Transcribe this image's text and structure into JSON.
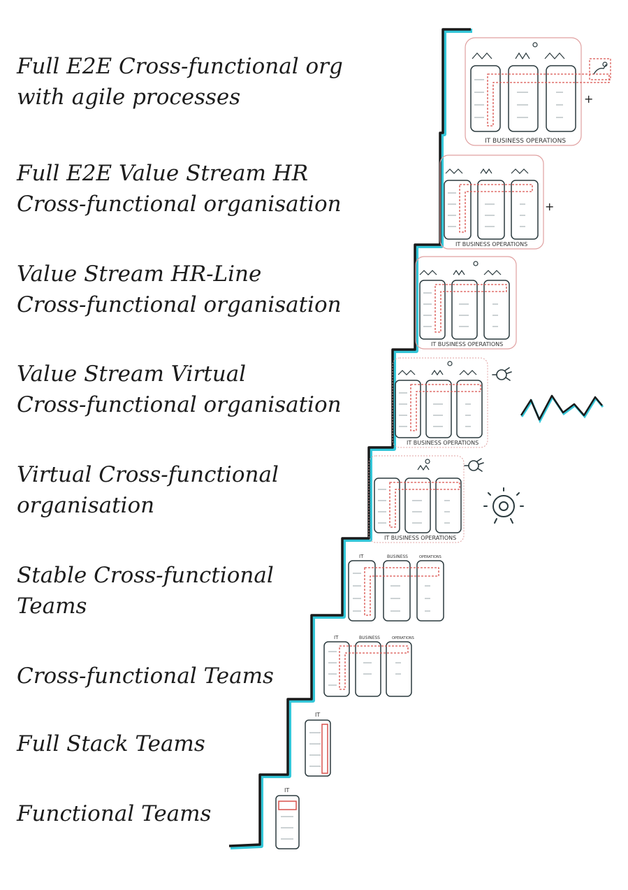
{
  "steps": [
    {
      "line1": "Full E2E Cross-functional org",
      "line2": "with agile processes",
      "caption": "IT BUSINESS OPERATIONS"
    },
    {
      "line1": "Full E2E Value Stream HR",
      "line2": "Cross-functional organisation",
      "caption": "IT BUSINESS OPERATIONS"
    },
    {
      "line1": "Value Stream HR-Line",
      "line2": "Cross-functional organisation",
      "caption": "IT BUSINESS OPERATIONS"
    },
    {
      "line1": "Value Stream Virtual",
      "line2": "Cross-functional organisation",
      "caption": "IT BUSINESS OPERATIONS"
    },
    {
      "line1": "Virtual Cross-functional",
      "line2": "organisation",
      "caption": "IT BUSINESS OPERATIONS"
    },
    {
      "line1": "Stable Cross-functional",
      "line2": "Teams",
      "col_labels": [
        "IT",
        "BUSINESS",
        "OPERATIONS"
      ]
    },
    {
      "line1": "Cross-functional  Teams",
      "col_labels": [
        "IT",
        "BUSINESS",
        "OPERATIONS"
      ]
    },
    {
      "line1": "Full Stack Teams",
      "col_label": "IT"
    },
    {
      "line1": "Functional Teams",
      "col_label": "IT"
    }
  ],
  "plus_sign": "+",
  "colors": {
    "stair": "#1a1a1a",
    "stair_accent": "#34c6d8",
    "ink": "#2b3a3e",
    "highlight": "#d9534f",
    "frame": "#e0a0a0"
  }
}
